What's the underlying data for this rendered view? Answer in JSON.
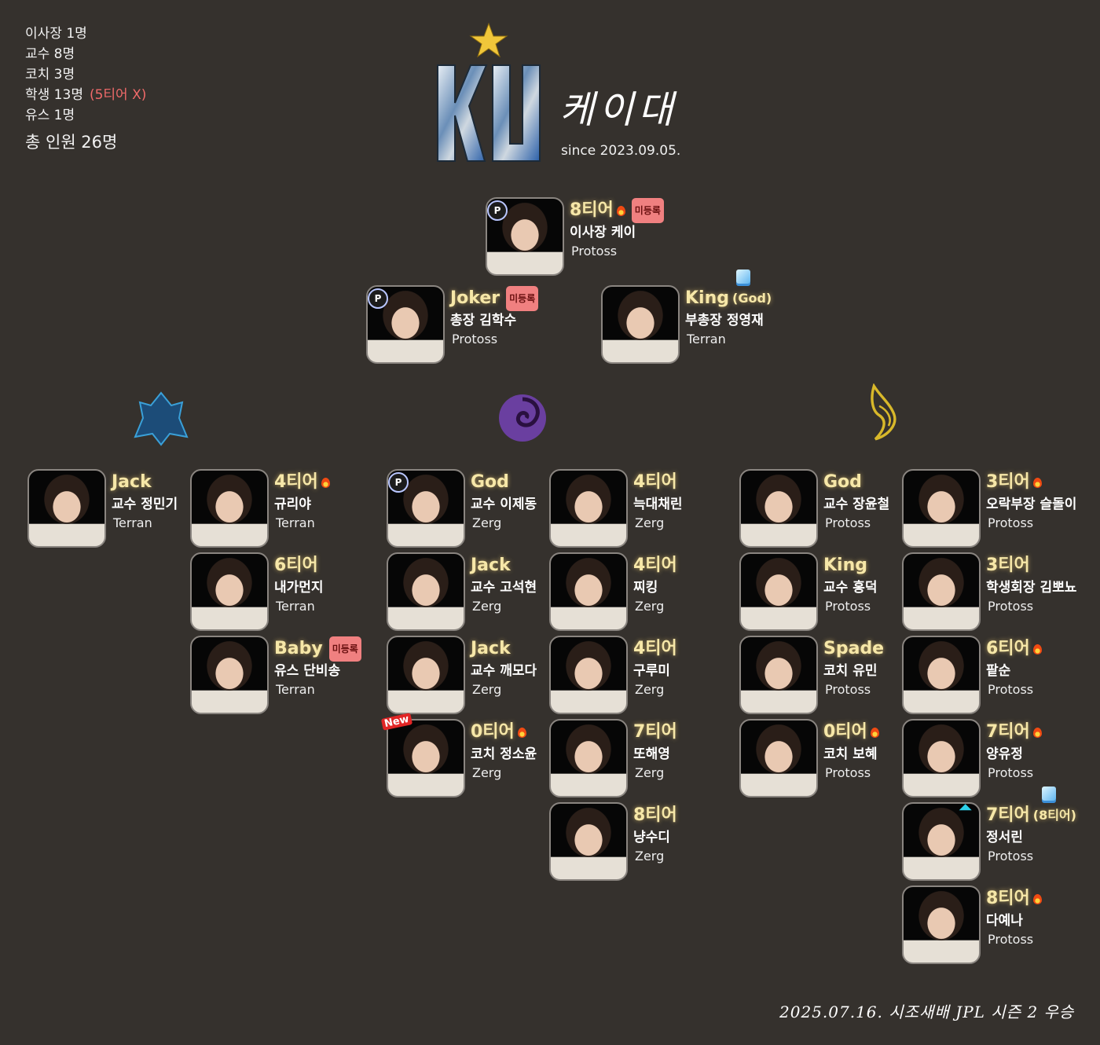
{
  "stats": {
    "lines": [
      "이사장 1명",
      "교수 8명",
      "코치 3명",
      "학생 13명",
      "유스 1명"
    ],
    "student_note": "(5티어 X)",
    "total": "총 인원 26명"
  },
  "brand": {
    "logo_text": "KU",
    "name": "케이대",
    "since": "since 2023.09.05."
  },
  "colors": {
    "background": "#35312d",
    "title_gold": "#f6e7a8",
    "warn_red": "#f06a6a",
    "unregistered_badge": "#f08080"
  },
  "race_icons": [
    "terran-emblem-icon",
    "zerg-emblem-icon",
    "protoss-emblem-icon"
  ],
  "groups": {
    "top": [
      {
        "title": "8티어",
        "flame": true,
        "unregistered": true,
        "p_badge": true,
        "name": "이사장 케이",
        "race": "Protoss"
      },
      {
        "title": "Joker",
        "unregistered": true,
        "p_badge": true,
        "name": "총장 김학수",
        "race": "Protoss"
      },
      {
        "title": "King",
        "title_sub": "(God)",
        "ice": true,
        "name": "부총장 정영재",
        "race": "Terran"
      }
    ],
    "terran_professors": [
      {
        "title": "Jack",
        "name": "교수 정민기",
        "race": "Terran"
      }
    ],
    "terran_students": [
      {
        "title": "4티어",
        "flame": true,
        "name": "규리야",
        "race": "Terran"
      },
      {
        "title": "6티어",
        "name": "내가먼지",
        "race": "Terran"
      },
      {
        "title": "Baby",
        "unregistered": true,
        "name": "유스 단비송",
        "race": "Terran"
      }
    ],
    "zerg_professors": [
      {
        "title": "God",
        "p_badge": true,
        "name": "교수 이제동",
        "race": "Zerg"
      },
      {
        "title": "Jack",
        "name": "교수 고석현",
        "race": "Zerg"
      },
      {
        "title": "Jack",
        "name": "교수 깨모다",
        "race": "Zerg"
      },
      {
        "title": "0티어",
        "flame": true,
        "new_badge": true,
        "name": "코치 정소윤",
        "race": "Zerg"
      }
    ],
    "zerg_students": [
      {
        "title": "4티어",
        "name": "늑대채린",
        "race": "Zerg"
      },
      {
        "title": "4티어",
        "name": "찌킹",
        "race": "Zerg"
      },
      {
        "title": "4티어",
        "name": "구루미",
        "race": "Zerg"
      },
      {
        "title": "7티어",
        "name": "또해영",
        "race": "Zerg"
      },
      {
        "title": "8티어",
        "name": "냥수디",
        "race": "Zerg"
      }
    ],
    "protoss_professors": [
      {
        "title": "God",
        "name": "교수 장윤철",
        "race": "Protoss"
      },
      {
        "title": "King",
        "name": "교수 홍덕",
        "race": "Protoss"
      },
      {
        "title": "Spade",
        "name": "코치 유민",
        "race": "Protoss"
      },
      {
        "title": "0티어",
        "flame": true,
        "name": "코치 보혜",
        "race": "Protoss"
      }
    ],
    "protoss_students": [
      {
        "title": "3티어",
        "flame": true,
        "name": "오락부장 슬돌이",
        "race": "Protoss"
      },
      {
        "title": "3티어",
        "name": "학생회장 김뽀뇨",
        "race": "Protoss"
      },
      {
        "title": "6티어",
        "flame": true,
        "name": "팥순",
        "race": "Protoss"
      },
      {
        "title": "7티어",
        "flame": true,
        "name": "양유정",
        "race": "Protoss"
      },
      {
        "title": "7티어",
        "title_sub": "(8티어)",
        "ice": true,
        "up_arrow": true,
        "name": "정서린",
        "race": "Protoss"
      },
      {
        "title": "8티어",
        "flame": true,
        "name": "다예나",
        "race": "Protoss"
      }
    ]
  },
  "labels": {
    "unregistered": "미등록",
    "p_badge": "P",
    "new_badge": "New"
  },
  "footer": "2025.07.16.  시조새배 JPL 시즌 2 우승"
}
